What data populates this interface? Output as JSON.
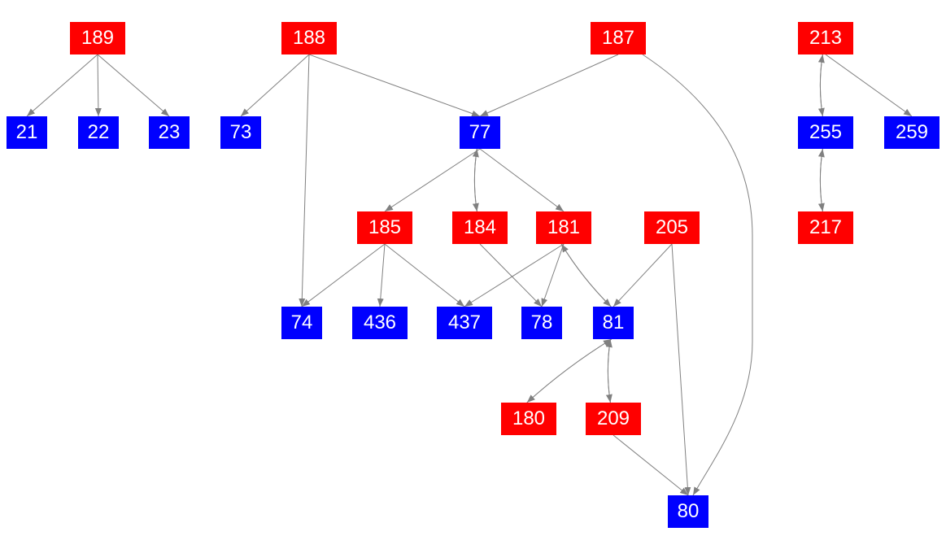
{
  "colors": {
    "red": "#ff0000",
    "blue": "#0000ff",
    "edge": "#808080"
  },
  "nodes": [
    {
      "id": "189",
      "label": "189",
      "color": "red"
    },
    {
      "id": "188",
      "label": "188",
      "color": "red"
    },
    {
      "id": "187",
      "label": "187",
      "color": "red"
    },
    {
      "id": "213",
      "label": "213",
      "color": "red"
    },
    {
      "id": "21",
      "label": "21",
      "color": "blue"
    },
    {
      "id": "22",
      "label": "22",
      "color": "blue"
    },
    {
      "id": "23",
      "label": "23",
      "color": "blue"
    },
    {
      "id": "73",
      "label": "73",
      "color": "blue"
    },
    {
      "id": "77",
      "label": "77",
      "color": "blue"
    },
    {
      "id": "255",
      "label": "255",
      "color": "blue"
    },
    {
      "id": "259",
      "label": "259",
      "color": "blue"
    },
    {
      "id": "185",
      "label": "185",
      "color": "red"
    },
    {
      "id": "184",
      "label": "184",
      "color": "red"
    },
    {
      "id": "181",
      "label": "181",
      "color": "red"
    },
    {
      "id": "205",
      "label": "205",
      "color": "red"
    },
    {
      "id": "217",
      "label": "217",
      "color": "red"
    },
    {
      "id": "74",
      "label": "74",
      "color": "blue"
    },
    {
      "id": "436",
      "label": "436",
      "color": "blue"
    },
    {
      "id": "437",
      "label": "437",
      "color": "blue"
    },
    {
      "id": "78",
      "label": "78",
      "color": "blue"
    },
    {
      "id": "81",
      "label": "81",
      "color": "blue"
    },
    {
      "id": "180",
      "label": "180",
      "color": "red"
    },
    {
      "id": "209",
      "label": "209",
      "color": "red"
    },
    {
      "id": "80",
      "label": "80",
      "color": "blue"
    }
  ],
  "edges": [
    [
      "189",
      "21"
    ],
    [
      "189",
      "22"
    ],
    [
      "189",
      "23"
    ],
    [
      "188",
      "73"
    ],
    [
      "188",
      "74"
    ],
    [
      "188",
      "77"
    ],
    [
      "187",
      "77"
    ],
    [
      "187",
      "80"
    ],
    [
      "213",
      "255"
    ],
    [
      "255",
      "213"
    ],
    [
      "213",
      "259"
    ],
    [
      "255",
      "217"
    ],
    [
      "217",
      "255"
    ],
    [
      "77",
      "185"
    ],
    [
      "77",
      "184"
    ],
    [
      "184",
      "77"
    ],
    [
      "77",
      "181"
    ],
    [
      "185",
      "74"
    ],
    [
      "185",
      "436"
    ],
    [
      "185",
      "437"
    ],
    [
      "184",
      "78"
    ],
    [
      "181",
      "437"
    ],
    [
      "181",
      "78"
    ],
    [
      "181",
      "81"
    ],
    [
      "81",
      "181"
    ],
    [
      "205",
      "81"
    ],
    [
      "205",
      "80"
    ],
    [
      "81",
      "180"
    ],
    [
      "180",
      "81"
    ],
    [
      "81",
      "209"
    ],
    [
      "209",
      "81"
    ],
    [
      "209",
      "80"
    ]
  ]
}
